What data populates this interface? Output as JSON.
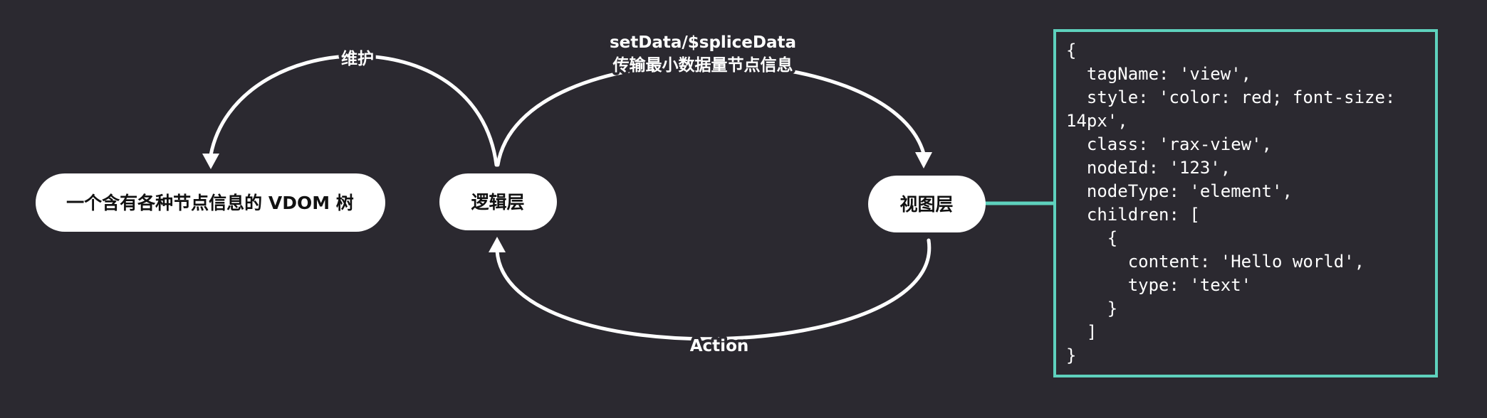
{
  "nodes": {
    "vdom": "一个含有各种节点信息的 VDOM 树",
    "logic": "逻辑层",
    "view": "视图层"
  },
  "edges": {
    "maintain": "维护",
    "set_data_line1": "setData/$spliceData",
    "set_data_line2": "传输最小数据量节点信息",
    "action": "Action"
  },
  "code": "{\n  tagName: 'view',\n  style: 'color: red; font-size:\n14px',\n  class: 'rax-view',\n  nodeId: '123',\n  nodeType: 'element',\n  children: [\n    {\n      content: 'Hello world',\n      type: 'text'\n    }\n  ]\n}",
  "colors": {
    "background": "#2b2930",
    "node_fill": "#ffffff",
    "edge": "#ffffff",
    "accent": "#5ed1bd"
  }
}
